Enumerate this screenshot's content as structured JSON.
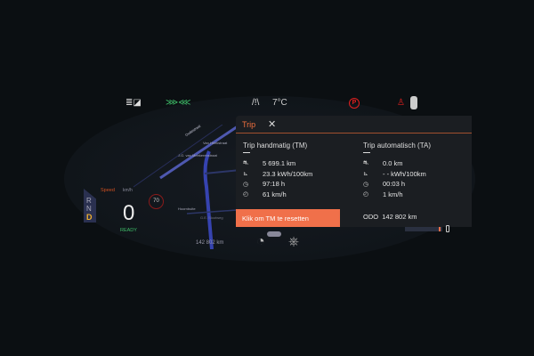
{
  "telltales": {
    "temperature": "7°C",
    "icons": [
      "headlight-auto-icon",
      "fog-light-icon",
      "road-ice-warning-icon",
      "parking-brake-icon",
      "seatbelt-warning-icon",
      "car-doors-icon"
    ],
    "colors": {
      "green": "#3fbf6a",
      "red": "#e02020"
    }
  },
  "drive": {
    "gears": [
      "R",
      "N",
      "D"
    ],
    "active_gear": "D",
    "speed_label": "Speed",
    "unit": "km/h",
    "speed": "0",
    "status": "READY",
    "speed_limit": "70",
    "odometer": "142 802 km"
  },
  "map": {
    "streets": [
      "Van Heekstraat",
      "J.G. van Meekerenstraat",
      "Hoornbuite",
      "G.E. Slootweg",
      "Oudestraat"
    ]
  },
  "trip": {
    "title": "Trip",
    "close": "✕",
    "manual": {
      "heading": "Trip handmatig (TM)",
      "distance": "5 699.1 km",
      "consumption": "23.3 kWh/100km",
      "time": "97:18 h",
      "avg_speed": "61 km/h"
    },
    "auto": {
      "heading": "Trip automatisch (TA)",
      "distance": "0.0 km",
      "consumption": "- - kWh/100km",
      "time": "00:03 h",
      "avg_speed": "1 km/h"
    },
    "reset_button": "Klik om TM te resetten",
    "odo_label": "ODO",
    "odo_value": "142 802 km",
    "accent": "#f0704a"
  }
}
